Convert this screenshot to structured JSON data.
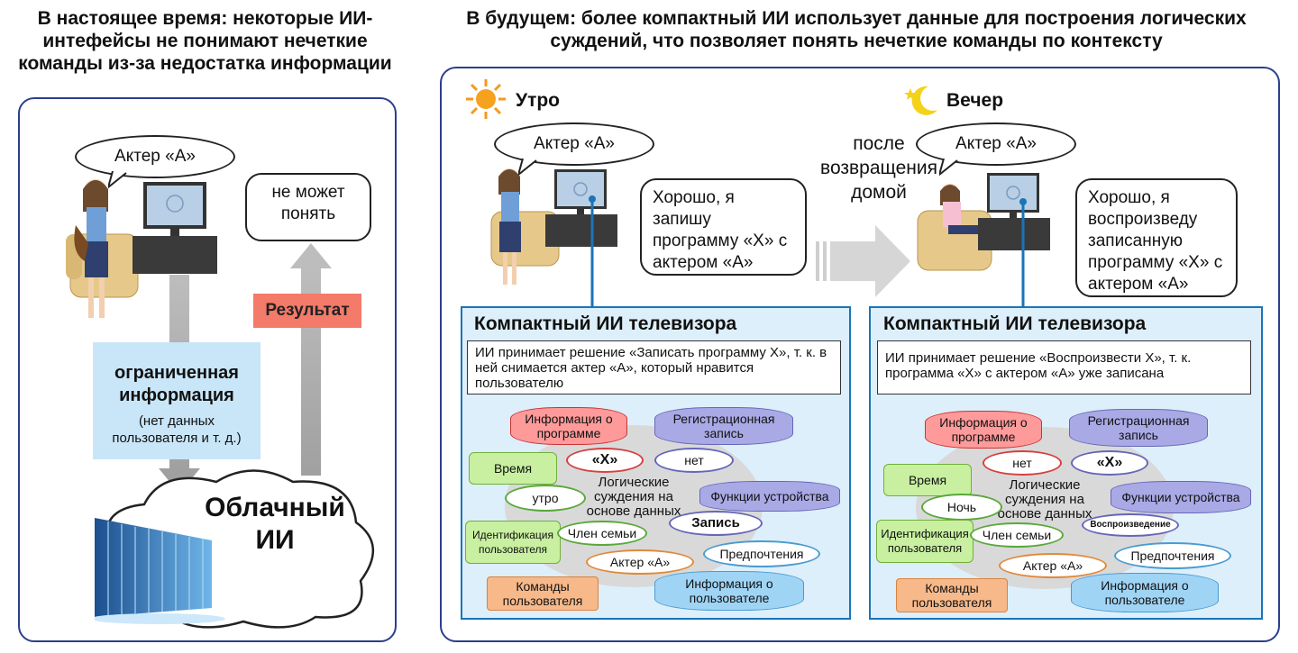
{
  "left": {
    "heading": "В настоящее время: некоторые ИИ-интефейсы не понимают нечеткие команды из-за недостатка информации",
    "actor_bubble": "Актер «А»",
    "cannot_understand": "не может понять",
    "result_label": "Результат",
    "limited_info_title": "ограниченная информация",
    "limited_info_sub": "(нет данных пользователя и т. д.)",
    "cloud_label": "Облачный ИИ"
  },
  "right": {
    "heading": "В будущем: более компактный ИИ использует данные для построения логических суждений, что позволяет понять нечеткие команды по контексту",
    "morning_label": "Утро",
    "evening_label": "Вечер",
    "transition_label": "после возвращения домой",
    "morning": {
      "actor_bubble": "Актер «А»",
      "reply": "Хорошо, я запишу программу «X» с актером «А»",
      "ai_title": "Компактный ИИ телевизора",
      "decision": "ИИ принимает решение «Записать программу X», т. к. в ней снимается актер «А», который нравится пользователю",
      "program_info": "Информация о программе",
      "registration": "Регистрационная запись",
      "x_mark": "«X»",
      "none": "нет",
      "time": "Время",
      "time_value": "утро",
      "logic": "Логические суждения на основе данных",
      "device_functions": "Функции устройства",
      "action": "Запись",
      "user_id": "Идентификация пользователя",
      "family_member": "Член семьи",
      "preferences": "Предпочтения",
      "actor_a": "Актер «А»",
      "user_commands": "Команды пользователя",
      "user_info": "Информация о пользователе"
    },
    "evening": {
      "actor_bubble": "Актер «А»",
      "reply": "Хорошо, я воспроизведу записанную программу «X» с актером «А»",
      "ai_title": "Компактный ИИ телевизора",
      "decision": "ИИ принимает решение «Воспроизвести X», т. к. программа «X» с актером «А» уже записана",
      "program_info": "Информация о программе",
      "registration": "Регистрационная запись",
      "x_mark": "«X»",
      "none": "нет",
      "time": "Время",
      "time_value": "Ночь",
      "logic": "Логические суждения на основе данных",
      "device_functions": "Функции устройства",
      "action": "Воспроизведение",
      "user_id": "Идентификация пользователя",
      "family_member": "Член семьи",
      "preferences": "Предпочтения",
      "actor_a": "Актер «А»",
      "user_commands": "Команды пользователя",
      "user_info": "Информация о пользователе"
    }
  },
  "colors": {
    "panel_border": "#2b3f8c",
    "ai_box_border": "#1a74b8",
    "ai_box_fill": "#ddeffa",
    "result_box": "#f47a6a",
    "limited_info_box": "#c9e6f8"
  },
  "icons": [
    "sun-icon",
    "moon-icon",
    "tv-icon",
    "person-icon",
    "armchair-icon",
    "cloud-icon",
    "server-icon",
    "arrow-up-icon",
    "arrow-down-icon",
    "arrow-right-icon"
  ]
}
